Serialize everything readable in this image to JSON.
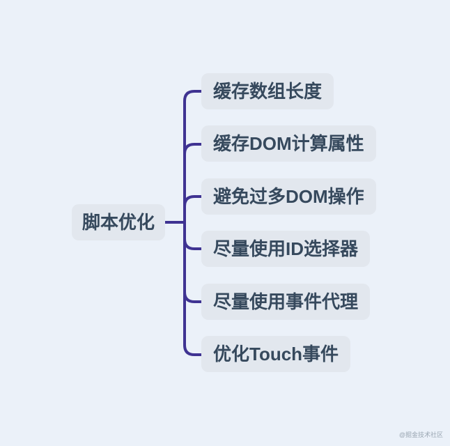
{
  "mindmap": {
    "root": {
      "label": "脚本优化"
    },
    "children": [
      {
        "label": "缓存数组长度"
      },
      {
        "label": "缓存DOM计算属性"
      },
      {
        "label": "避免过多DOM操作"
      },
      {
        "label": "尽量使用ID选择器"
      },
      {
        "label": "尽量使用事件代理"
      },
      {
        "label": "优化Touch事件"
      }
    ]
  },
  "watermark": {
    "label": "@掘金技术社区"
  },
  "colors": {
    "background": "#EBF1F9",
    "node_background": "#E2E7EE",
    "node_text": "#36495D",
    "connector": "#3F3392",
    "watermark_text": "#9AA6B2"
  }
}
